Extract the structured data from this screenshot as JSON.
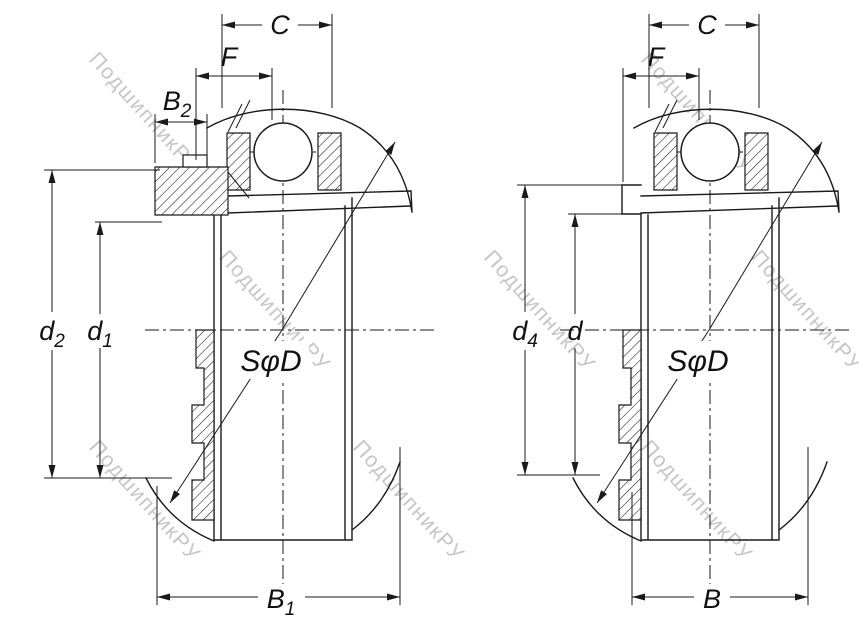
{
  "page": {
    "background": "#ffffff"
  },
  "watermark": {
    "text": "ПодшипникРУ",
    "color": "#c6c6c6"
  },
  "drawing": {
    "description": "Insert ball bearing cross-section, two side-by-side sectional views with dimension callouts",
    "left_view": {
      "labels": {
        "c": "C",
        "f": "F",
        "b2": {
          "base": "B",
          "sub": "2"
        },
        "d2": {
          "base": "d",
          "sub": "2"
        },
        "d1": {
          "base": "d",
          "sub": "1"
        },
        "sphere": "SφD",
        "b1": {
          "base": "B",
          "sub": "1"
        }
      }
    },
    "right_view": {
      "labels": {
        "c": "C",
        "f": "F",
        "d4": {
          "base": "d",
          "sub": "4"
        },
        "d": "d",
        "sphere": "SφD",
        "b": "B"
      }
    },
    "colors": {
      "line": "#1a1a1a",
      "dim_text": "#111111"
    }
  }
}
